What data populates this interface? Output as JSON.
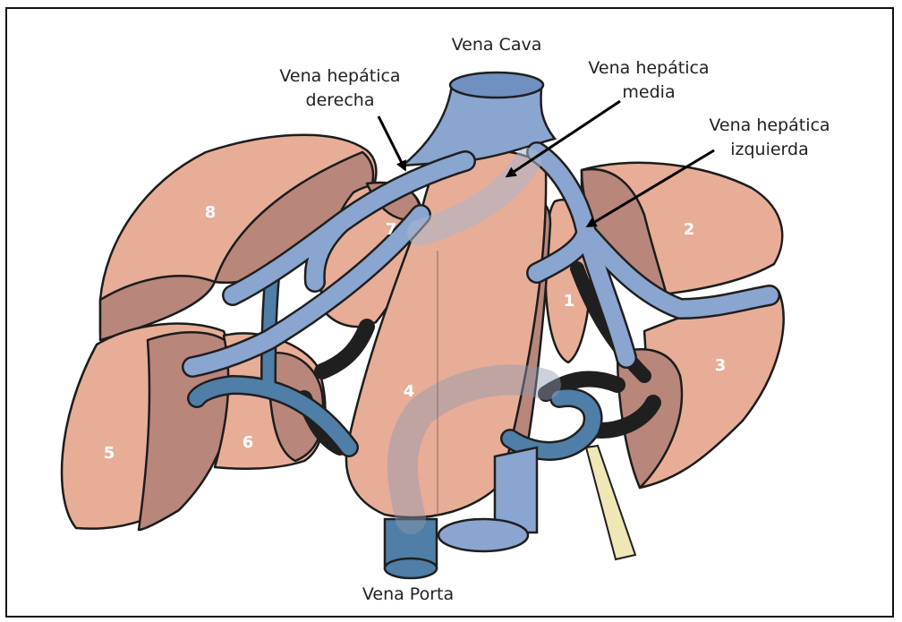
{
  "labels": {
    "vena_cava": "Vena Cava",
    "vena_hepatica_derecha": [
      "Vena hepática",
      "derecha"
    ],
    "vena_hepatica_media": [
      "Vena hepática",
      "media"
    ],
    "vena_hepatica_izquierda": [
      "Vena hepática",
      "izquierda"
    ],
    "vena_porta": "Vena Porta"
  },
  "segments": [
    "1",
    "2",
    "3",
    "4",
    "5",
    "6",
    "7",
    "8"
  ],
  "colors": {
    "liver": "#e8ad97",
    "liver_shadow": "#b8867a",
    "hepatic_vein": "#8aa5cf",
    "portal_vein": "#4f7ea6",
    "bile_duct": "#efe7b5"
  }
}
